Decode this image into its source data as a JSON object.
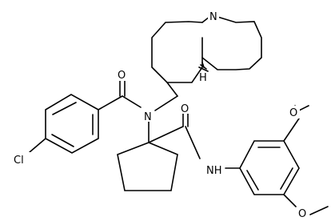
{
  "atoms": {
    "n_ring": "N",
    "o_top": "O",
    "n_amide": "N",
    "o_right": "O",
    "cl": "Cl",
    "nh": "NH",
    "h_stereo": "H",
    "o_ome1": "O",
    "o_ome2": "O"
  }
}
